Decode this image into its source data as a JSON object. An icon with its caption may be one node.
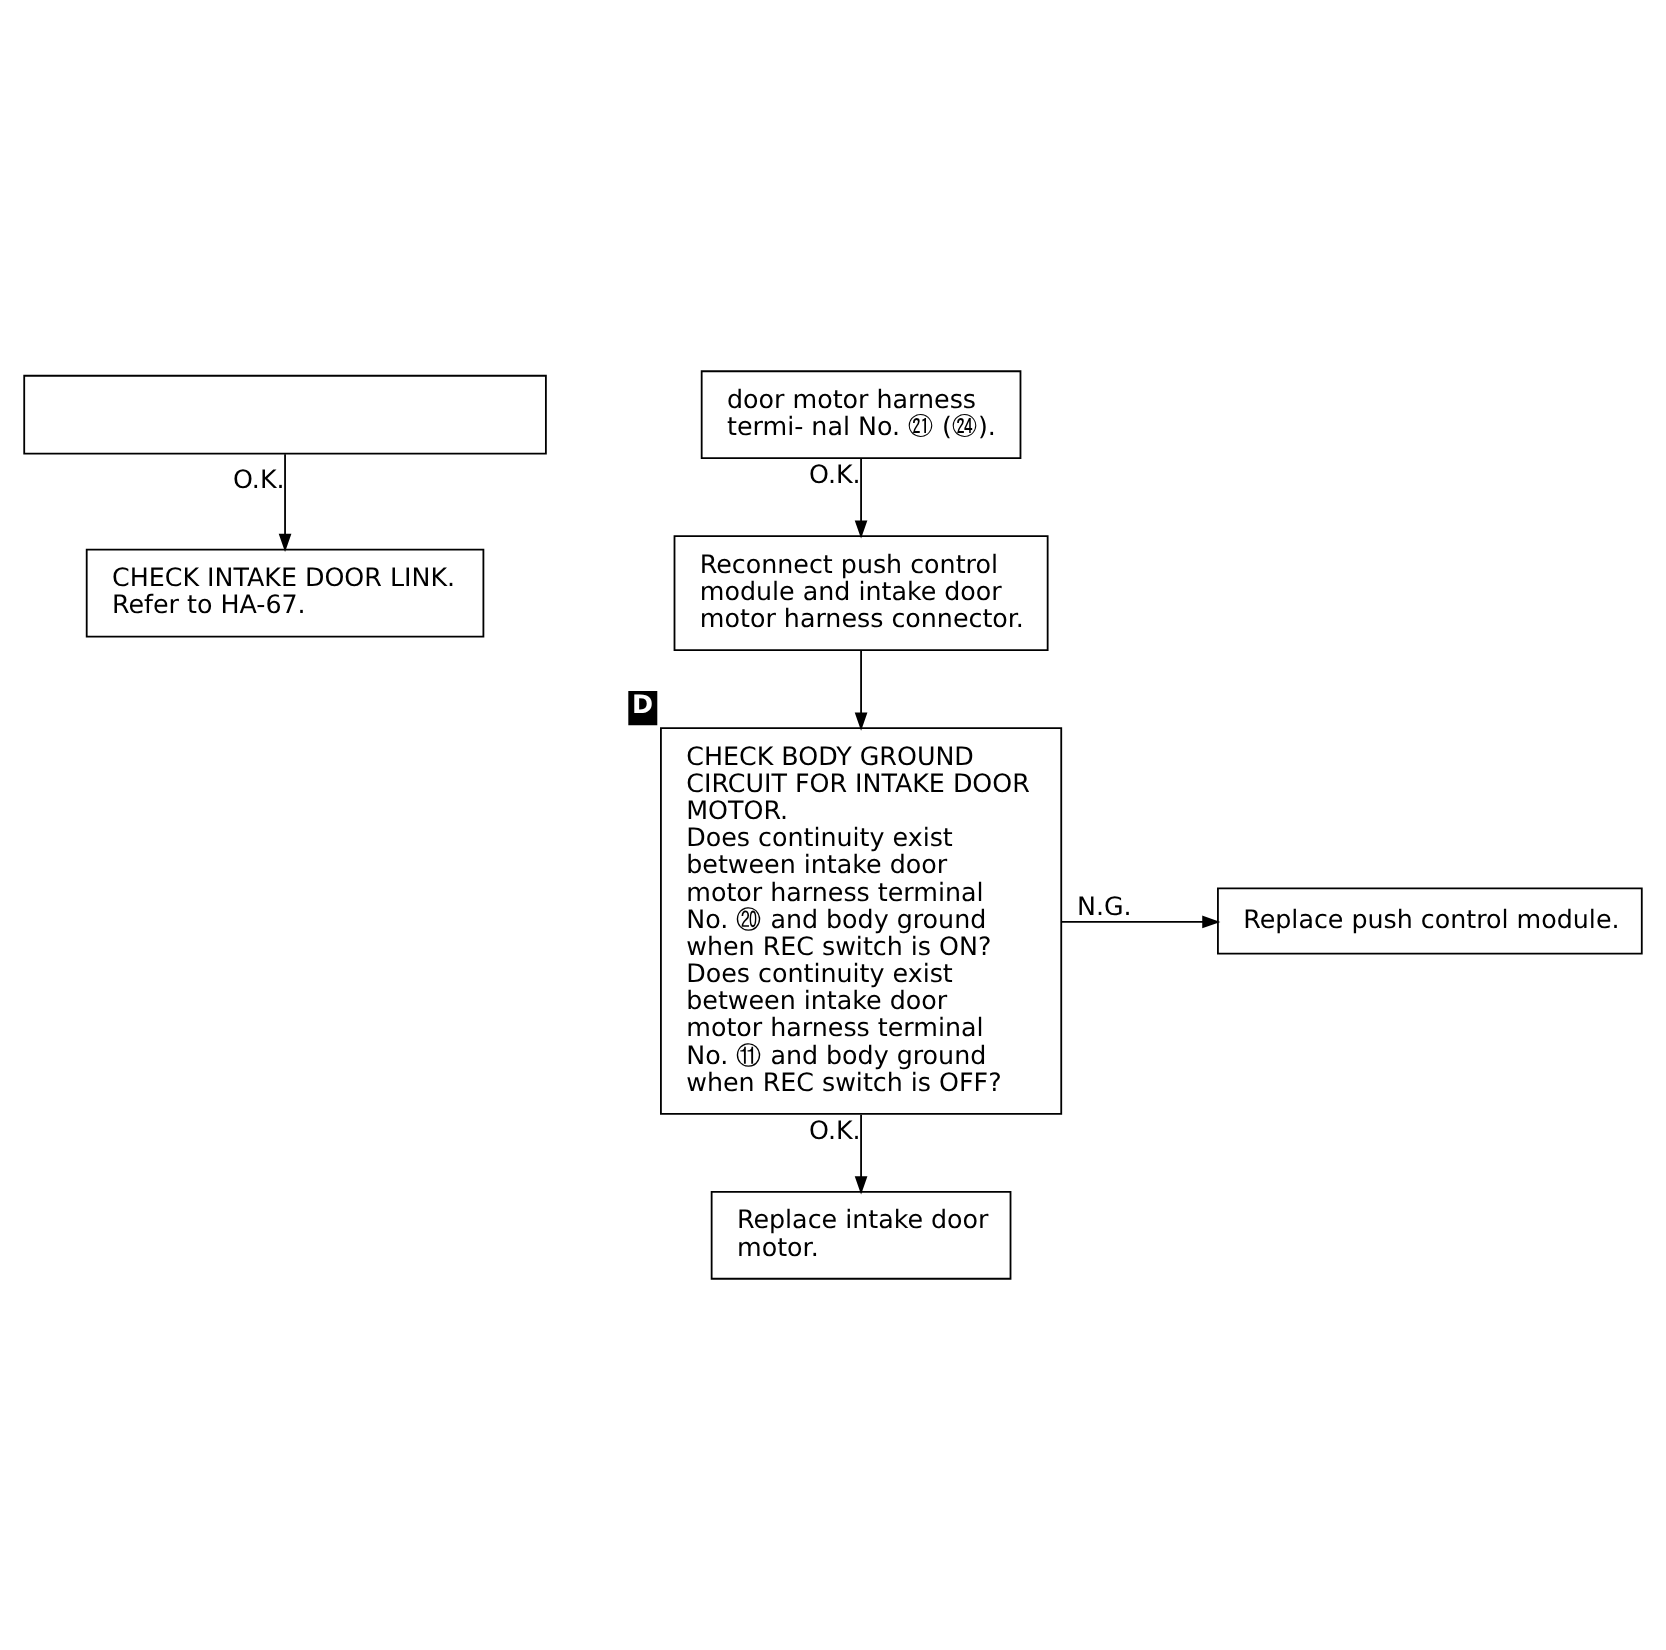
{
  "diagram": {
    "nodes": [
      {
        "text": [],
        "shape": "box"
      },
      {
        "text": [
          "door motor harness termi- nal No. ㉑ (㉔)."
        ]
      },
      {
        "text": [
          "CHECK INTAKE DOOR LINK.",
          "Refer to HA-67."
        ]
      },
      {
        "text": [
          "Reconnect push control module and intake door motor harness connector."
        ]
      },
      {
        "text": [
          "Replace push control module."
        ]
      },
      {
        "text": [
          "CHECK BODY GROUND CIRCUIT FOR INTAKE DOOR MOTOR.",
          "Does continuity exist between intake door motor harness terminal No. ⑳ and body ground when REC switch is ON? Does continuity exist between intake door motor harness terminal No. ⑪ and body ground when REC switch is OFF?"
        ],
        "beside": [
          "D"
        ]
      },
      {
        "text": [
          "Replace intake door motor."
        ]
      }
    ],
    "edges": [
      {
        "from": 0,
        "to": 2,
        "arrow": "to",
        "label": "O.K."
      },
      {
        "from": 1,
        "to": 3,
        "arrow": "to",
        "label": "O.K."
      },
      {
        "from": 3,
        "to": 5,
        "arrow": "to"
      },
      {
        "from": 5,
        "to": 4,
        "arrow": "to",
        "label": "N.G."
      },
      {
        "from": 5,
        "to": 6,
        "arrow": "to",
        "label": "O.K."
      }
    ]
  }
}
